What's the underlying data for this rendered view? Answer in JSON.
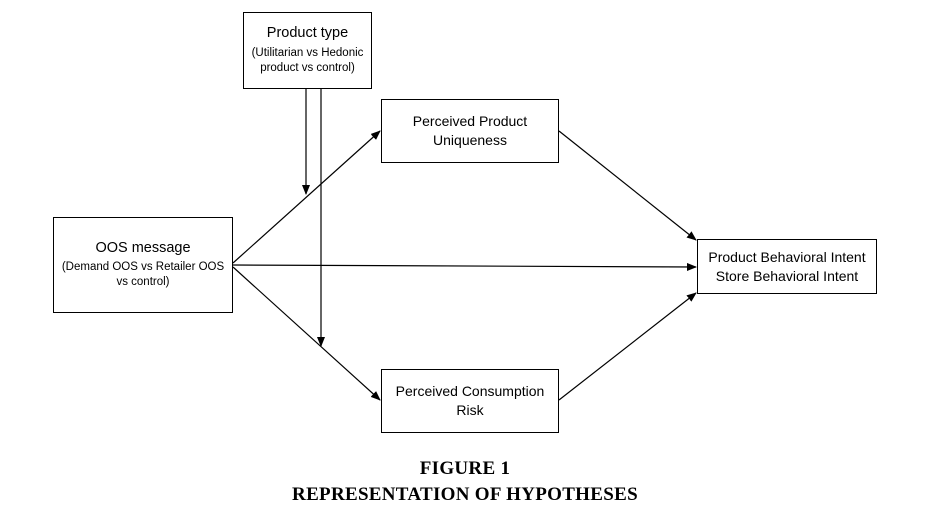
{
  "nodes": {
    "product_type": {
      "title": "Product type",
      "detail_line1": "(Utilitarian vs Hedonic",
      "detail_line2": "product vs control)"
    },
    "oos_message": {
      "title": "OOS message",
      "detail_line1": "(Demand OOS vs Retailer OOS",
      "detail_line2": "vs control)"
    },
    "uniqueness": {
      "line1": "Perceived Product",
      "line2": "Uniqueness"
    },
    "risk": {
      "line1": "Perceived Consumption",
      "line2": "Risk"
    },
    "behavioral": {
      "line1": "Product Behavioral Intent",
      "line2": "Store Behavioral Intent"
    }
  },
  "caption": {
    "figure_label": "FIGURE 1",
    "figure_title": "REPRESENTATION OF HYPOTHESES"
  },
  "colors": {
    "line": "#000000",
    "background": "#ffffff"
  }
}
